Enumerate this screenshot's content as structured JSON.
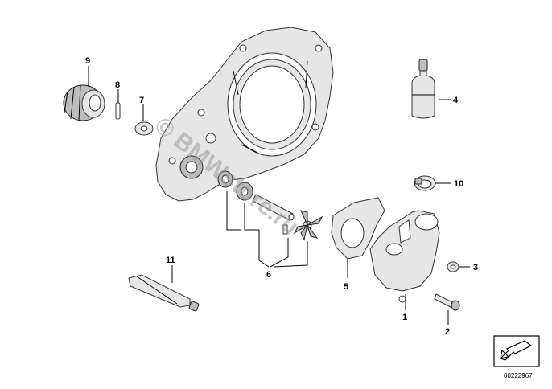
{
  "diagram": {
    "callouts": [
      {
        "id": "1",
        "label": "1"
      },
      {
        "id": "2",
        "label": "2"
      },
      {
        "id": "3",
        "label": "3"
      },
      {
        "id": "4",
        "label": "4"
      },
      {
        "id": "5",
        "label": "5"
      },
      {
        "id": "6",
        "label": "6"
      },
      {
        "id": "7",
        "label": "7"
      },
      {
        "id": "8",
        "label": "8"
      },
      {
        "id": "9",
        "label": "9"
      },
      {
        "id": "10",
        "label": "10"
      },
      {
        "id": "11",
        "label": "11"
      }
    ],
    "watermark": "© BMWstore.ru",
    "image_number": "00222967"
  }
}
